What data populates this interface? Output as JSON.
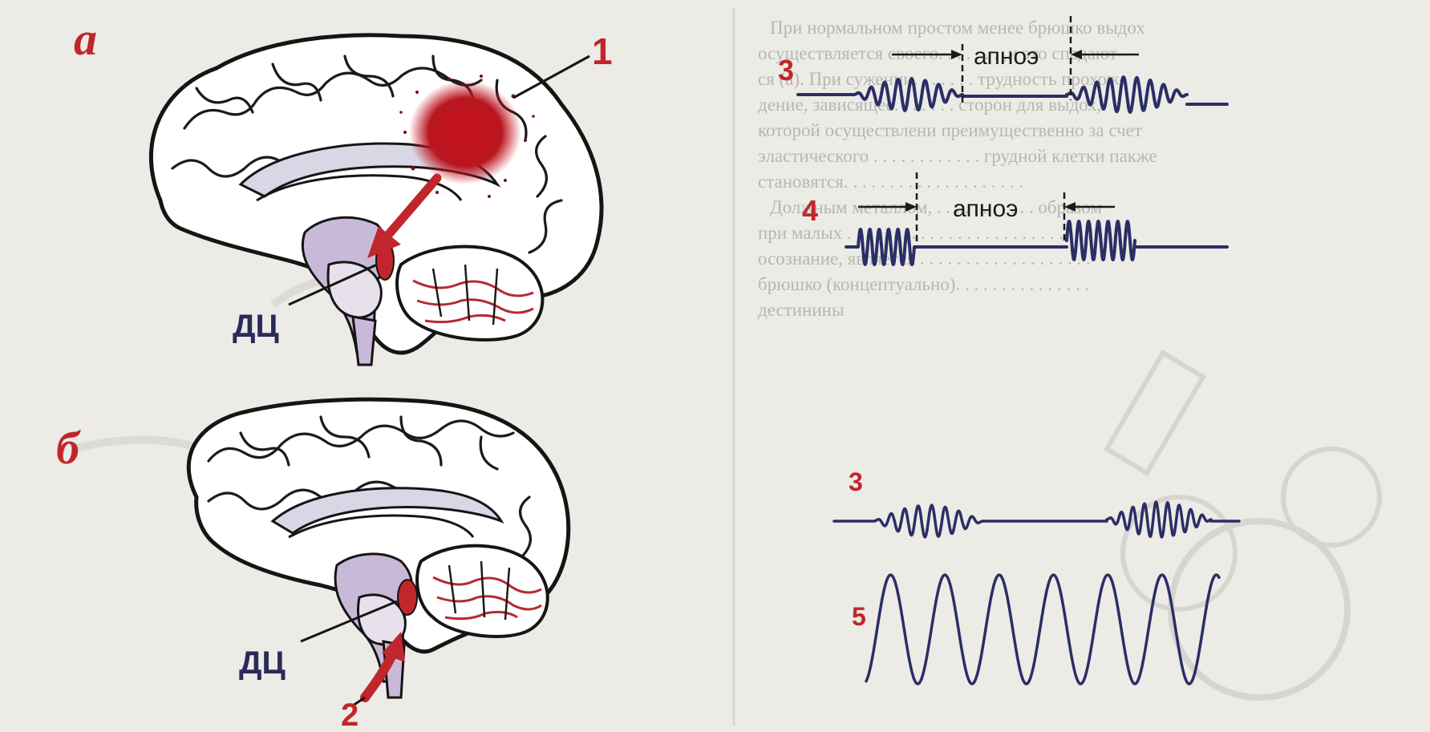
{
  "panels": {
    "a": {
      "letter": "а",
      "label_1": "1",
      "label_dc": "ДЦ"
    },
    "b": {
      "letter": "б",
      "label_2": "2",
      "label_dc": "ДЦ"
    }
  },
  "traces": {
    "t3_upper": {
      "number": "3",
      "apnea_label": "апноэ"
    },
    "t4": {
      "number": "4",
      "apnea_label": "апноэ"
    },
    "t3_lower": {
      "number": "3"
    },
    "t5": {
      "number": "5"
    }
  },
  "background_text": [
    "При нормальном простом менее брюшко выдох",
    "осуществляется своего. . . . . . . ,и это спадают-",
    "ся (а). При сужении. . . . . . . трудность прохож-",
    "дение, зависящее. . . . . . . сторон для выдох,",
    "которой осуществлени преимущественно за счет",
    "эластического . . . . . . . . . . . . грудной клетки пакже",
    "становятся. . . . . . . . . . . . . . . . . . . .",
    "Должным металлом, . . . . . . . . . . . образом",
    "при малых . . . . . . . . . . . . . . . . . . . . . . . .",
    "осознание, является . . . . . . . . . . . . . . . . . . .",
    "брюшко (концептуально). . . . . . . . . . . . . . .",
    "дестинины"
  ],
  "colors": {
    "accent_red": "#c0262b",
    "trace_blue": "#2b2e66",
    "background": "#ecebe6"
  }
}
